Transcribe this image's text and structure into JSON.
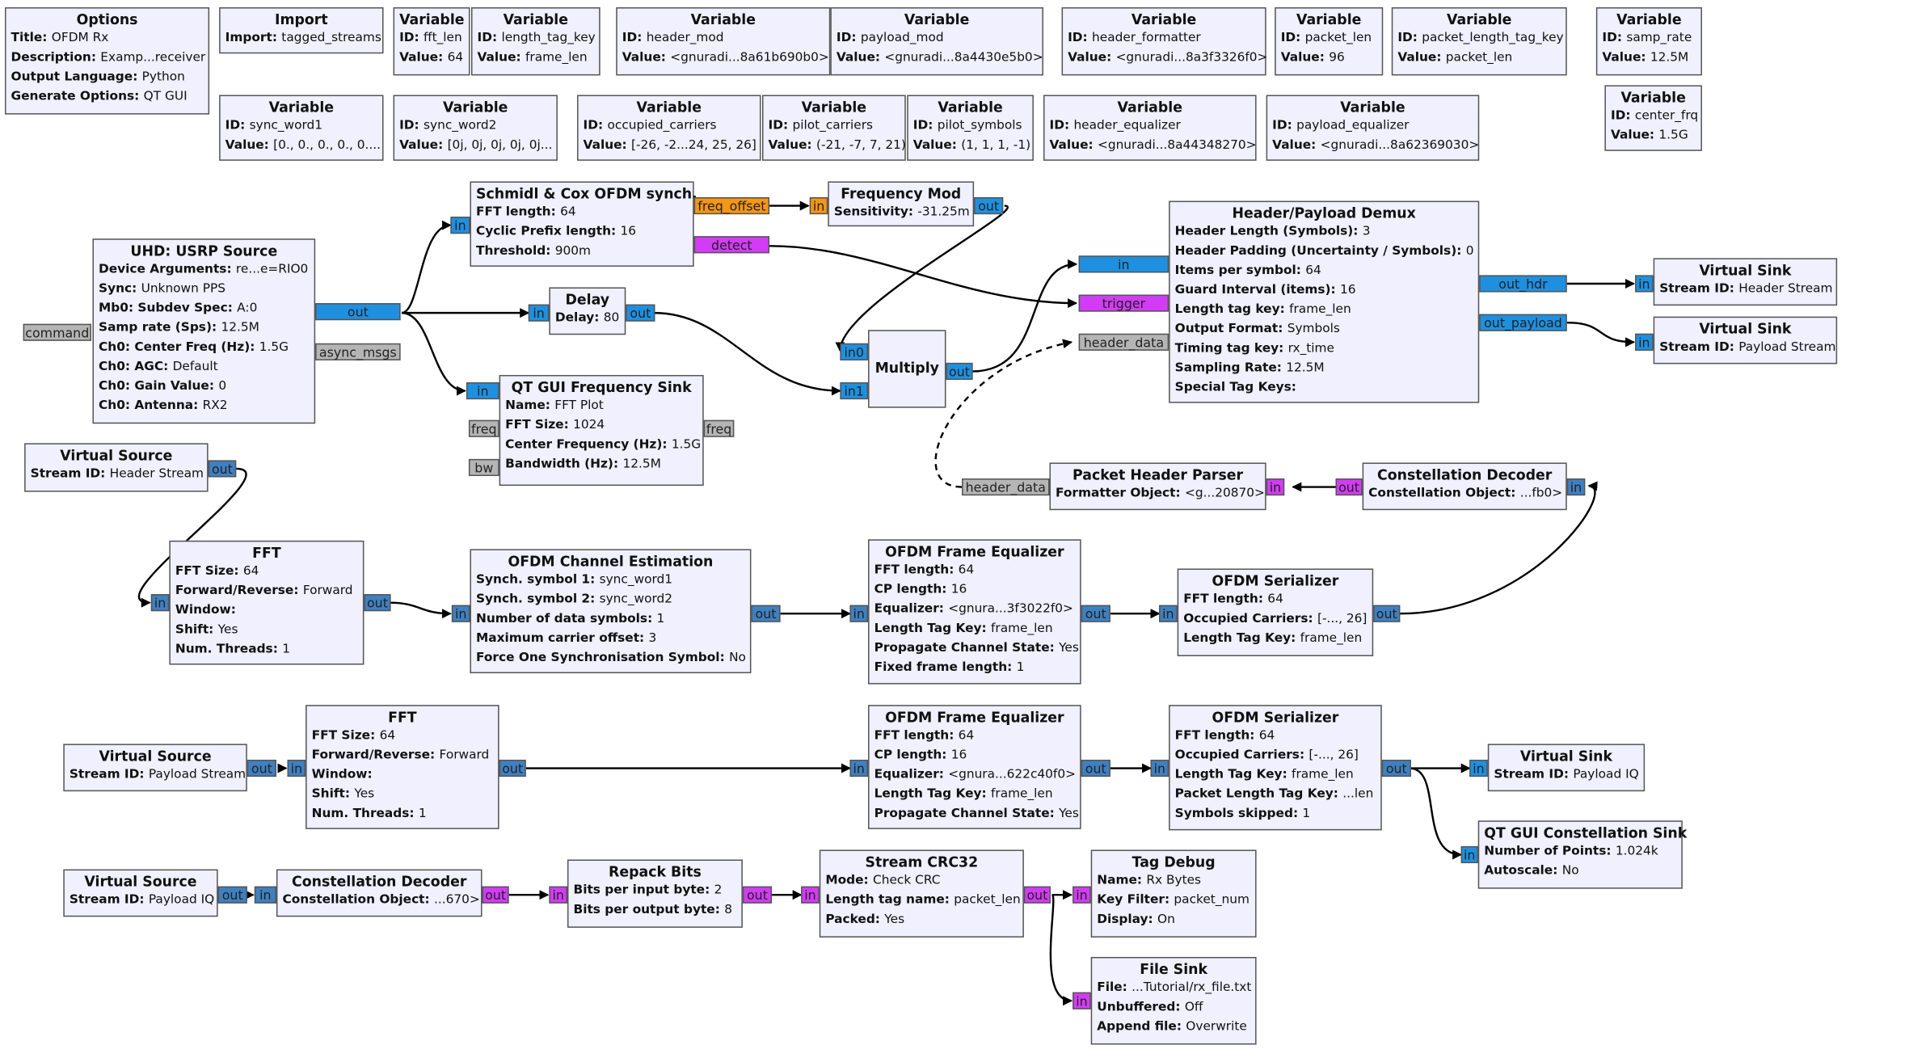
{
  "blocks": {
    "options": {
      "title": "Options",
      "props": [
        {
          "k": "Title",
          "v": "OFDM Rx"
        },
        {
          "k": "Description",
          "v": "Examp...receiver"
        },
        {
          "k": "Output Language",
          "v": "Python"
        },
        {
          "k": "Generate Options",
          "v": "QT GUI"
        }
      ]
    },
    "import": {
      "title": "Import",
      "props": [
        {
          "k": "Import",
          "v": "tagged_streams"
        }
      ]
    },
    "var_fft_len": {
      "title": "Variable",
      "props": [
        {
          "k": "ID",
          "v": "fft_len"
        },
        {
          "k": "Value",
          "v": "64"
        }
      ]
    },
    "var_length_tag_key": {
      "title": "Variable",
      "props": [
        {
          "k": "ID",
          "v": "length_tag_key"
        },
        {
          "k": "Value",
          "v": "frame_len"
        }
      ]
    },
    "var_header_mod": {
      "title": "Variable",
      "props": [
        {
          "k": "ID",
          "v": "header_mod"
        },
        {
          "k": "Value",
          "v": "<gnuradi...8a61b690b0>"
        }
      ]
    },
    "var_payload_mod": {
      "title": "Variable",
      "props": [
        {
          "k": "ID",
          "v": "payload_mod"
        },
        {
          "k": "Value",
          "v": "<gnuradi...8a4430e5b0>"
        }
      ]
    },
    "var_header_formatter": {
      "title": "Variable",
      "props": [
        {
          "k": "ID",
          "v": "header_formatter"
        },
        {
          "k": "Value",
          "v": "<gnuradi...8a3f3326f0>"
        }
      ]
    },
    "var_packet_len": {
      "title": "Variable",
      "props": [
        {
          "k": "ID",
          "v": "packet_len"
        },
        {
          "k": "Value",
          "v": "96"
        }
      ]
    },
    "var_packet_length_tag_key": {
      "title": "Variable",
      "props": [
        {
          "k": "ID",
          "v": "packet_length_tag_key"
        },
        {
          "k": "Value",
          "v": "packet_len"
        }
      ]
    },
    "var_samp_rate": {
      "title": "Variable",
      "props": [
        {
          "k": "ID",
          "v": "samp_rate"
        },
        {
          "k": "Value",
          "v": "12.5M"
        }
      ]
    },
    "var_center_frq": {
      "title": "Variable",
      "props": [
        {
          "k": "ID",
          "v": "center_frq"
        },
        {
          "k": "Value",
          "v": "1.5G"
        }
      ]
    },
    "var_sync_word1": {
      "title": "Variable",
      "props": [
        {
          "k": "ID",
          "v": "sync_word1"
        },
        {
          "k": "Value",
          "v": "[0., 0., 0., 0., 0...."
        }
      ]
    },
    "var_sync_word2": {
      "title": "Variable",
      "props": [
        {
          "k": "ID",
          "v": "sync_word2"
        },
        {
          "k": "Value",
          "v": "[0j, 0j, 0j, 0j, 0j..."
        }
      ]
    },
    "var_occupied_carriers": {
      "title": "Variable",
      "props": [
        {
          "k": "ID",
          "v": "occupied_carriers"
        },
        {
          "k": "Value",
          "v": "[-26, -2...24, 25, 26]"
        }
      ]
    },
    "var_pilot_carriers": {
      "title": "Variable",
      "props": [
        {
          "k": "ID",
          "v": "pilot_carriers"
        },
        {
          "k": "Value",
          "v": "(-21, -7, 7, 21)"
        }
      ]
    },
    "var_pilot_symbols": {
      "title": "Variable",
      "props": [
        {
          "k": "ID",
          "v": "pilot_symbols"
        },
        {
          "k": "Value",
          "v": "(1, 1, 1, -1)"
        }
      ]
    },
    "var_header_equalizer": {
      "title": "Variable",
      "props": [
        {
          "k": "ID",
          "v": "header_equalizer"
        },
        {
          "k": "Value",
          "v": "<gnuradi...8a44348270>"
        }
      ]
    },
    "var_payload_equalizer": {
      "title": "Variable",
      "props": [
        {
          "k": "ID",
          "v": "payload_equalizer"
        },
        {
          "k": "Value",
          "v": "<gnuradi...8a62369030>"
        }
      ]
    },
    "schmidl_cox": {
      "title": "Schmidl & Cox OFDM synch.",
      "props": [
        {
          "k": "FFT length",
          "v": "64"
        },
        {
          "k": "Cyclic Prefix length",
          "v": "16"
        },
        {
          "k": "Threshold",
          "v": "900m"
        }
      ]
    },
    "freq_mod": {
      "title": "Frequency Mod",
      "props": [
        {
          "k": "Sensitivity",
          "v": "-31.25m"
        }
      ]
    },
    "uhd_source": {
      "title": "UHD: USRP Source",
      "props": [
        {
          "k": "Device Arguments",
          "v": "re...e=RIO0"
        },
        {
          "k": "Sync",
          "v": "Unknown PPS"
        },
        {
          "k": "Mb0: Subdev Spec",
          "v": "A:0"
        },
        {
          "k": "Samp rate (Sps)",
          "v": "12.5M"
        },
        {
          "k": "Ch0: Center Freq (Hz)",
          "v": "1.5G"
        },
        {
          "k": "Ch0: AGC",
          "v": "Default"
        },
        {
          "k": "Ch0: Gain Value",
          "v": "0"
        },
        {
          "k": "Ch0: Antenna",
          "v": "RX2"
        }
      ]
    },
    "delay": {
      "title": "Delay",
      "props": [
        {
          "k": "Delay",
          "v": "80"
        }
      ]
    },
    "multiply": {
      "title": "Multiply",
      "props": []
    },
    "demux": {
      "title": "Header/Payload Demux",
      "props": [
        {
          "k": "Header Length (Symbols)",
          "v": "3"
        },
        {
          "k": "Header Padding (Uncertainty / Symbols)",
          "v": "0"
        },
        {
          "k": "Items per symbol",
          "v": "64"
        },
        {
          "k": "Guard Interval (items)",
          "v": "16"
        },
        {
          "k": "Length tag key",
          "v": "frame_len"
        },
        {
          "k": "Output Format",
          "v": "Symbols"
        },
        {
          "k": "Timing tag key",
          "v": "rx_time"
        },
        {
          "k": "Sampling Rate",
          "v": "12.5M"
        },
        {
          "k": "Special Tag Keys",
          "v": ""
        }
      ]
    },
    "vsink_header": {
      "title": "Virtual Sink",
      "props": [
        {
          "k": "Stream ID",
          "v": "Header Stream"
        }
      ]
    },
    "vsink_payload": {
      "title": "Virtual Sink",
      "props": [
        {
          "k": "Stream ID",
          "v": "Payload Stream"
        }
      ]
    },
    "qt_freq_sink": {
      "title": "QT GUI Frequency Sink",
      "props": [
        {
          "k": "Name",
          "v": "FFT Plot"
        },
        {
          "k": "FFT Size",
          "v": "1024"
        },
        {
          "k": "Center Frequency (Hz)",
          "v": "1.5G"
        },
        {
          "k": "Bandwidth (Hz)",
          "v": "12.5M"
        }
      ]
    },
    "vsource_header": {
      "title": "Virtual Source",
      "props": [
        {
          "k": "Stream ID",
          "v": "Header Stream"
        }
      ]
    },
    "packet_header_parser": {
      "title": "Packet Header Parser",
      "props": [
        {
          "k": "Formatter Object",
          "v": "<g...20870>"
        }
      ]
    },
    "const_decoder_1": {
      "title": "Constellation Decoder",
      "props": [
        {
          "k": "Constellation Object",
          "v": "...fb0>"
        }
      ]
    },
    "fft_1": {
      "title": "FFT",
      "props": [
        {
          "k": "FFT Size",
          "v": "64"
        },
        {
          "k": "Forward/Reverse",
          "v": "Forward"
        },
        {
          "k": "Window",
          "v": ""
        },
        {
          "k": "Shift",
          "v": "Yes"
        },
        {
          "k": "Num. Threads",
          "v": "1"
        }
      ]
    },
    "chan_est": {
      "title": "OFDM Channel Estimation",
      "props": [
        {
          "k": "Synch. symbol 1",
          "v": "sync_word1"
        },
        {
          "k": "Synch. symbol 2",
          "v": "sync_word2"
        },
        {
          "k": "Number of data symbols",
          "v": "1"
        },
        {
          "k": "Maximum carrier offset",
          "v": "3"
        },
        {
          "k": "Force One Synchronisation Symbol",
          "v": "No"
        }
      ]
    },
    "frame_eq_1": {
      "title": "OFDM Frame Equalizer",
      "props": [
        {
          "k": "FFT length",
          "v": "64"
        },
        {
          "k": "CP length",
          "v": "16"
        },
        {
          "k": "Equalizer",
          "v": "<gnura...3f3022f0>"
        },
        {
          "k": "Length Tag Key",
          "v": "frame_len"
        },
        {
          "k": "Propagate Channel State",
          "v": "Yes"
        },
        {
          "k": "Fixed frame length",
          "v": "1"
        }
      ]
    },
    "serializer_1": {
      "title": "OFDM Serializer",
      "props": [
        {
          "k": "FFT length",
          "v": "64"
        },
        {
          "k": "Occupied Carriers",
          "v": "[-..., 26]"
        },
        {
          "k": "Length Tag Key",
          "v": "frame_len"
        }
      ]
    },
    "vsource_payload": {
      "title": "Virtual Source",
      "props": [
        {
          "k": "Stream ID",
          "v": "Payload Stream"
        }
      ]
    },
    "fft_2": {
      "title": "FFT",
      "props": [
        {
          "k": "FFT Size",
          "v": "64"
        },
        {
          "k": "Forward/Reverse",
          "v": "Forward"
        },
        {
          "k": "Window",
          "v": ""
        },
        {
          "k": "Shift",
          "v": "Yes"
        },
        {
          "k": "Num. Threads",
          "v": "1"
        }
      ]
    },
    "frame_eq_2": {
      "title": "OFDM Frame Equalizer",
      "props": [
        {
          "k": "FFT length",
          "v": "64"
        },
        {
          "k": "CP length",
          "v": "16"
        },
        {
          "k": "Equalizer",
          "v": "<gnura...622c40f0>"
        },
        {
          "k": "Length Tag Key",
          "v": "frame_len"
        },
        {
          "k": "Propagate Channel State",
          "v": "Yes"
        }
      ]
    },
    "serializer_2": {
      "title": "OFDM Serializer",
      "props": [
        {
          "k": "FFT length",
          "v": "64"
        },
        {
          "k": "Occupied Carriers",
          "v": "[-..., 26]"
        },
        {
          "k": "Length Tag Key",
          "v": "frame_len"
        },
        {
          "k": "Packet Length Tag Key",
          "v": "...len"
        },
        {
          "k": "Symbols skipped",
          "v": "1"
        }
      ]
    },
    "vsink_payload_iq": {
      "title": "Virtual Sink",
      "props": [
        {
          "k": "Stream ID",
          "v": "Payload IQ"
        }
      ]
    },
    "qt_const_sink": {
      "title": "QT GUI Constellation Sink",
      "props": [
        {
          "k": "Number of Points",
          "v": "1.024k"
        },
        {
          "k": "Autoscale",
          "v": "No"
        }
      ]
    },
    "vsource_payload_iq": {
      "title": "Virtual Source",
      "props": [
        {
          "k": "Stream ID",
          "v": "Payload IQ"
        }
      ]
    },
    "const_decoder_2": {
      "title": "Constellation Decoder",
      "props": [
        {
          "k": "Constellation Object",
          "v": "...670>"
        }
      ]
    },
    "repack_bits": {
      "title": "Repack Bits",
      "props": [
        {
          "k": "Bits per input byte",
          "v": "2"
        },
        {
          "k": "Bits per output byte",
          "v": "8"
        }
      ]
    },
    "crc32": {
      "title": "Stream CRC32",
      "props": [
        {
          "k": "Mode",
          "v": "Check CRC"
        },
        {
          "k": "Length tag name",
          "v": "packet_len"
        },
        {
          "k": "Packed",
          "v": "Yes"
        }
      ]
    },
    "tag_debug": {
      "title": "Tag Debug",
      "props": [
        {
          "k": "Name",
          "v": "Rx Bytes"
        },
        {
          "k": "Key Filter",
          "v": "packet_num"
        },
        {
          "k": "Display",
          "v": "On"
        }
      ]
    },
    "file_sink": {
      "title": "File Sink",
      "props": [
        {
          "k": "File",
          "v": "...Tutorial/rx_file.txt"
        },
        {
          "k": "Unbuffered",
          "v": "Off"
        },
        {
          "k": "Append file",
          "v": "Overwrite"
        }
      ]
    }
  },
  "ports": {
    "uhd_command": "command",
    "uhd_out": "out",
    "uhd_async": "async_msgs",
    "sc_in": "in",
    "sc_freq_offset": "freq_offset",
    "sc_detect": "detect",
    "fm_in": "in",
    "fm_out": "out",
    "delay_in": "in",
    "delay_out": "out",
    "mul_in0": "in0",
    "mul_in1": "in1",
    "mul_out": "out",
    "demux_in": "in",
    "demux_trigger": "trigger",
    "demux_header_data": "header_data",
    "demux_out_hdr": "out_hdr",
    "demux_out_payload": "out_payload",
    "vsh_in": "in",
    "vsp_in": "in",
    "qfs_in": "in",
    "qfs_freq_in": "freq",
    "qfs_bw": "bw",
    "qfs_freq_out": "freq",
    "vsrc_h_out": "out",
    "php_header_data": "header_data",
    "php_in": "in",
    "cd1_out": "out",
    "cd1_in": "in",
    "fft1_in": "in",
    "fft1_out": "out",
    "ce_in": "in",
    "ce_out": "out",
    "fe1_in": "in",
    "fe1_out": "out",
    "ser1_in": "in",
    "ser1_out": "out",
    "vsrc_p_out": "out",
    "fft2_in": "in",
    "fft2_out": "out",
    "fe2_in": "in",
    "fe2_out": "out",
    "ser2_in": "in",
    "ser2_out": "out",
    "vsiq_in": "in",
    "qcs_in": "in",
    "vsrc_iq_out": "out",
    "cd2_in": "in",
    "cd2_out": "out",
    "rb_in": "in",
    "rb_out": "out",
    "crc_in": "in",
    "crc_out": "out",
    "td_in": "in",
    "fs_in": "in"
  },
  "colors": {
    "block_fill": "#f0f0fe",
    "block_border": "#555555",
    "port_complex": "#1f90e0",
    "port_byte": "#d23cf5",
    "port_float": "#f59614",
    "port_message": "#b5b5b5",
    "port_vector": "#3f80c0",
    "wire": "#000000"
  }
}
